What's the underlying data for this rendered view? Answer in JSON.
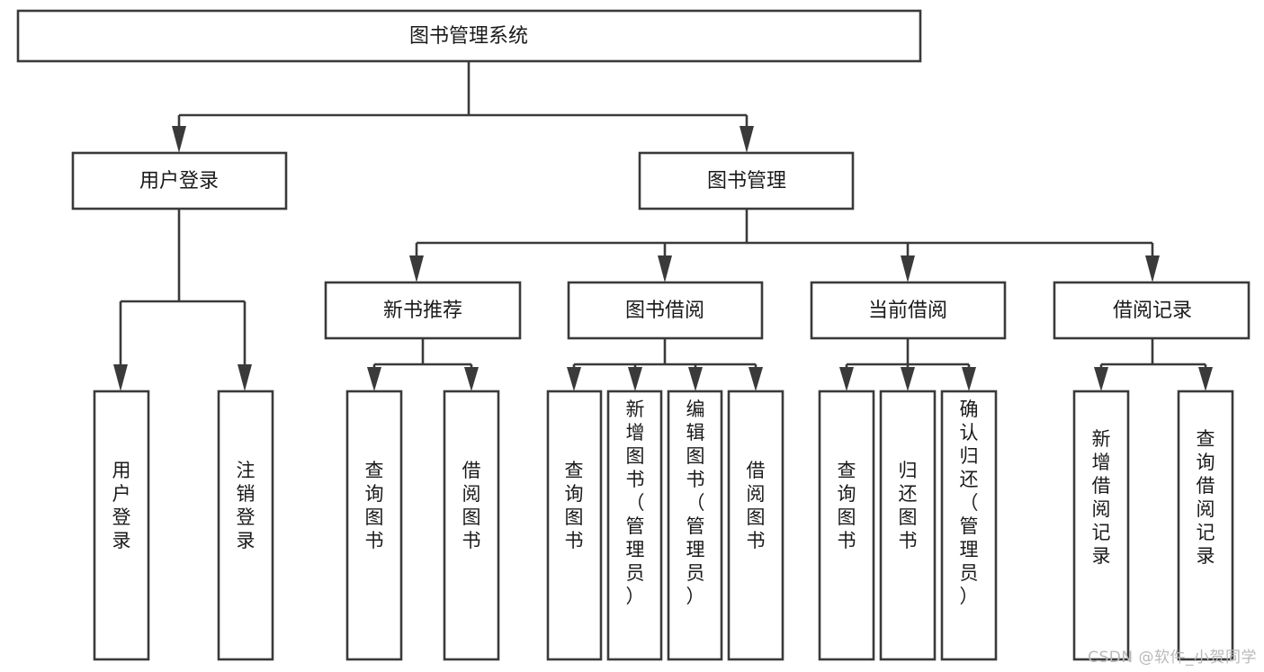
{
  "diagram": {
    "title": "图书管理系统",
    "type": "tree",
    "watermark": "CSDN @软件_小贺同学",
    "colors": {
      "box_stroke": "#3a3a3a",
      "box_fill": "#ffffff",
      "text": "#1a1a1a",
      "watermark": "#b9b9b9",
      "background": "#ffffff"
    },
    "root": {
      "id": "root",
      "label": "图书管理系统"
    },
    "level2": [
      {
        "id": "user-login",
        "label": "用户登录"
      },
      {
        "id": "book-manage",
        "label": "图书管理"
      }
    ],
    "level3": [
      {
        "id": "new-book-recommend",
        "label": "新书推荐",
        "parent": "book-manage"
      },
      {
        "id": "book-borrow",
        "label": "图书借阅",
        "parent": "book-manage"
      },
      {
        "id": "current-borrow",
        "label": "当前借阅",
        "parent": "book-manage"
      },
      {
        "id": "borrow-record",
        "label": "借阅记录",
        "parent": "book-manage"
      }
    ],
    "leaves": {
      "user-login": [
        {
          "id": "leaf-user-login",
          "label": "用户登录"
        },
        {
          "id": "leaf-user-logout",
          "label": "注销登录"
        }
      ],
      "new-book-recommend": [
        {
          "id": "leaf-query-book-1",
          "label": "查询图书"
        },
        {
          "id": "leaf-borrow-book-1",
          "label": "借阅图书"
        }
      ],
      "book-borrow": [
        {
          "id": "leaf-query-book-2",
          "label": "查询图书"
        },
        {
          "id": "leaf-add-book",
          "label": "新增图书（管理员）"
        },
        {
          "id": "leaf-edit-book",
          "label": "编辑图书（管理员）"
        },
        {
          "id": "leaf-borrow-book-2",
          "label": "借阅图书"
        }
      ],
      "current-borrow": [
        {
          "id": "leaf-query-book-3",
          "label": "查询图书"
        },
        {
          "id": "leaf-return-book",
          "label": "归还图书"
        },
        {
          "id": "leaf-confirm-return",
          "label": "确认归还（管理员）"
        }
      ],
      "borrow-record": [
        {
          "id": "leaf-add-record",
          "label": "新增借阅记录"
        },
        {
          "id": "leaf-query-record",
          "label": "查询借阅记录"
        }
      ]
    }
  }
}
